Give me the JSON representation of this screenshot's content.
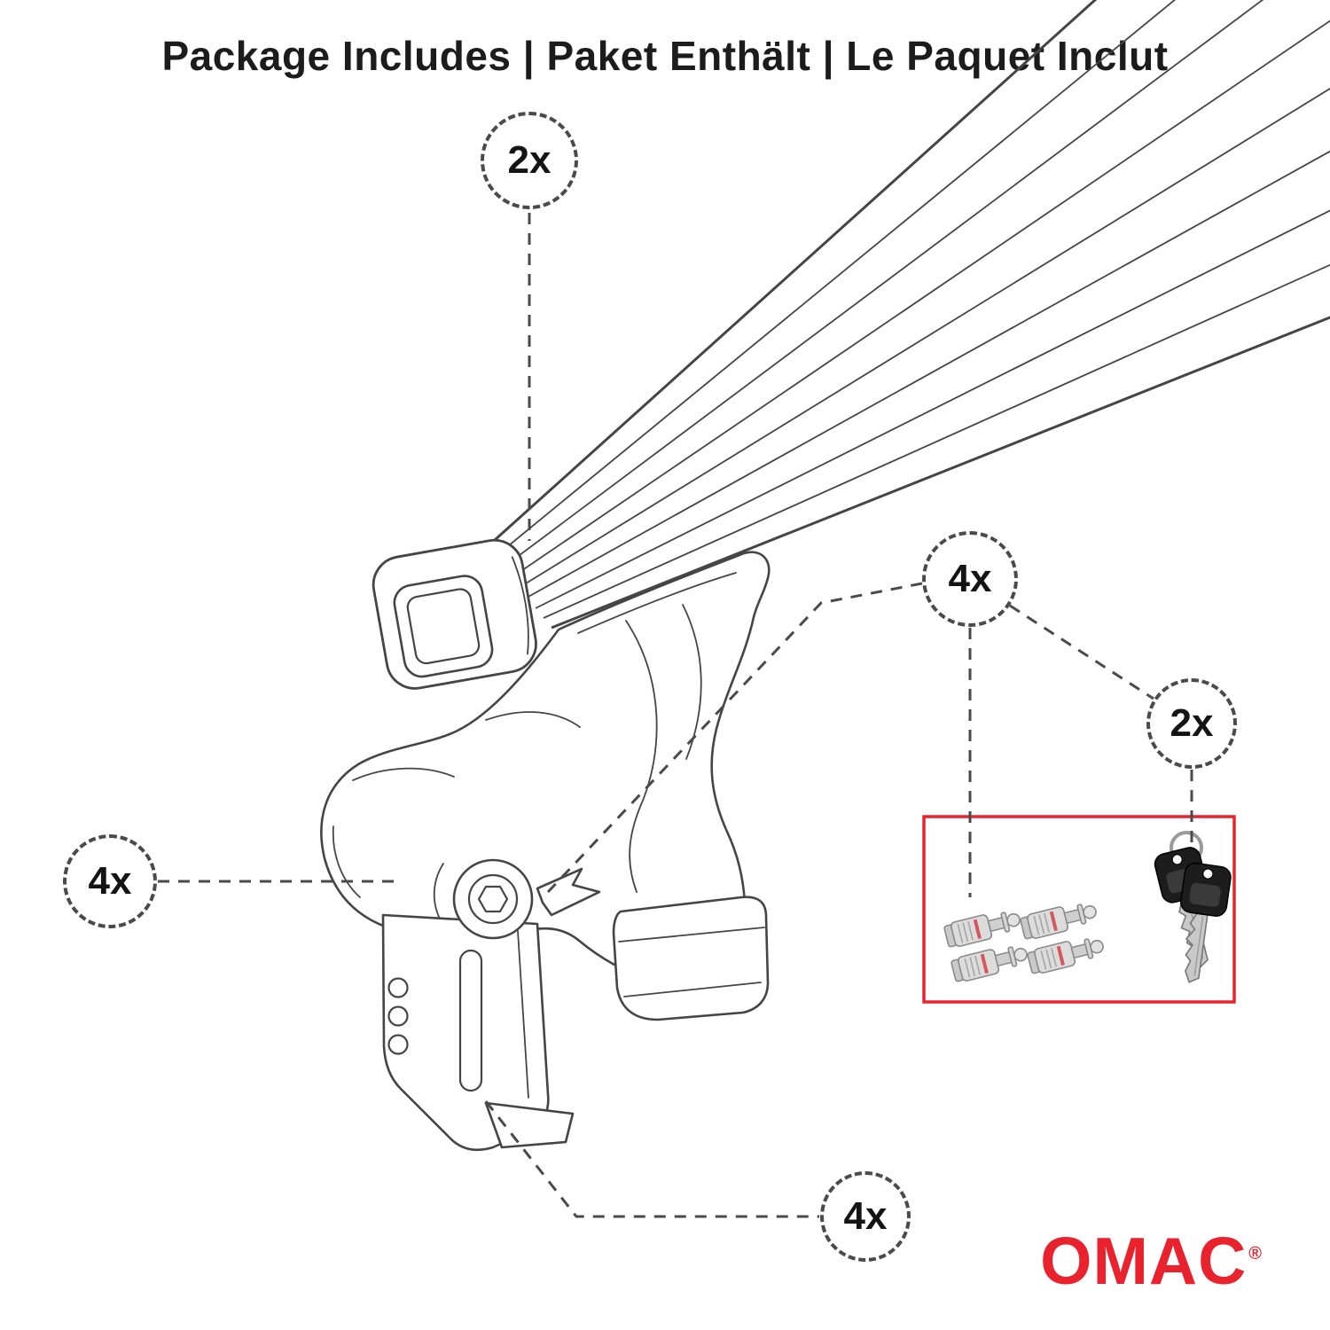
{
  "header": {
    "title": "Package Includes | Paket Enthält | Le Paquet Inclut"
  },
  "callouts": {
    "crossbar_qty": "2x",
    "lock_cylinders_qty": "4x",
    "keys_qty": "2x",
    "foot_qty": "4x",
    "clamp_qty": "4x"
  },
  "brand": {
    "name": "OMAC",
    "registered_mark": "®"
  },
  "colors": {
    "accent_red": "#E8232D",
    "line_gray": "#454545"
  }
}
